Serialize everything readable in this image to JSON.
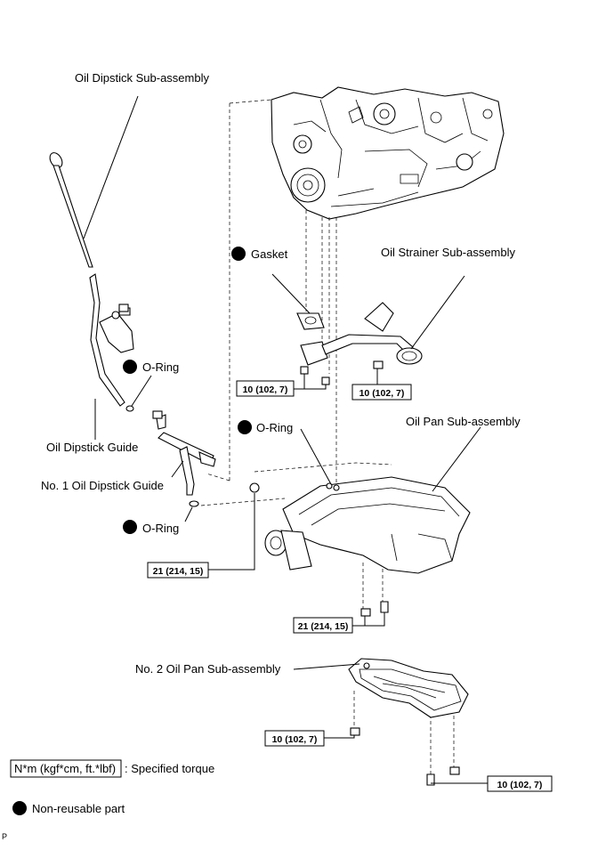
{
  "labels": {
    "oil_dipstick_sub_assembly": "Oil Dipstick Sub-assembly",
    "gasket": "Gasket",
    "oil_strainer_sub_assembly": "Oil Strainer Sub-assembly",
    "o_ring_upper": "O-Ring",
    "o_ring_middle": "O-Ring",
    "o_ring_lower": "O-Ring",
    "oil_dipstick_guide": "Oil Dipstick Guide",
    "oil_pan_sub_assembly": "Oil Pan Sub-assembly",
    "no1_oil_dipstick_guide": "No. 1 Oil Dipstick Guide",
    "no2_oil_pan_sub_assembly": "No. 2 Oil Pan Sub-assembly"
  },
  "torques": {
    "strainer_left": "10 (102, 7)",
    "strainer_right": "10 (102, 7)",
    "pan_left": "21 (214, 15)",
    "pan_bottom": "21 (214, 15)",
    "no2_pan_left": "10 (102, 7)",
    "no2_pan_right": "10 (102, 7)"
  },
  "legend": {
    "torque_unit": "N*m (kgf*cm, ft.*lbf)",
    "torque_text": ": Specified torque",
    "non_reusable_text": "Non-reusable part"
  },
  "corner_mark": "P",
  "colors": {
    "ink": "#000000",
    "paper": "#ffffff"
  }
}
